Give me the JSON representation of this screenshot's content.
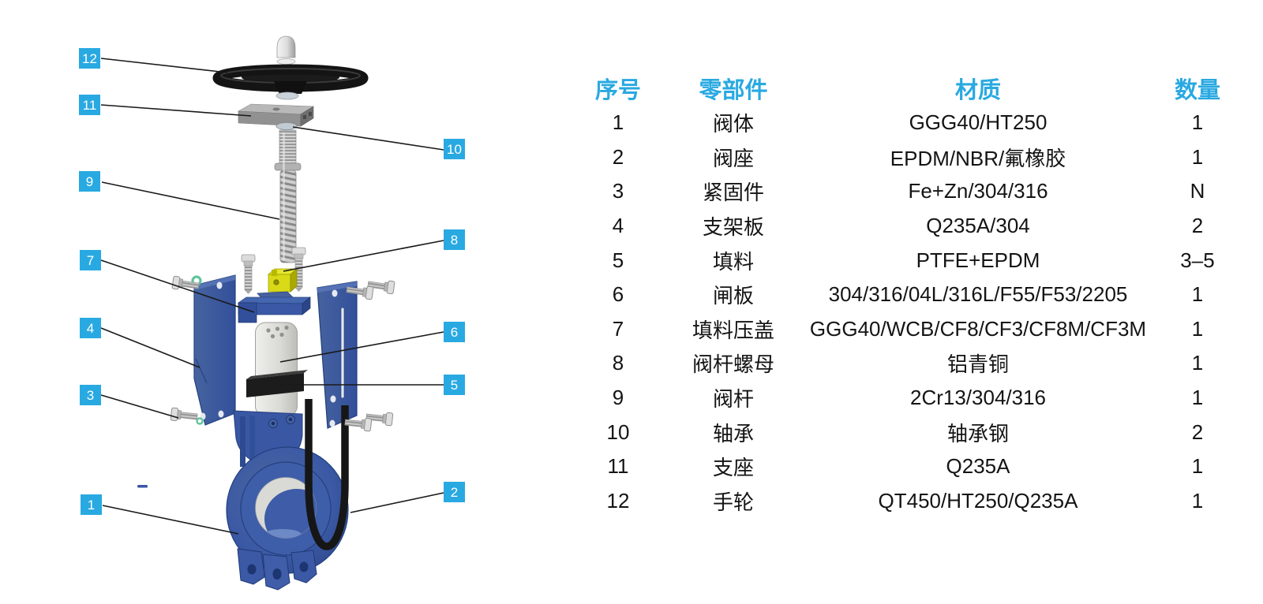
{
  "diagram": {
    "title_semantic": "knife-gate-valve-exploded-view",
    "callouts": [
      {
        "number": "12"
      },
      {
        "number": "11"
      },
      {
        "number": "10"
      },
      {
        "number": "9"
      },
      {
        "number": "8"
      },
      {
        "number": "7"
      },
      {
        "number": "4"
      },
      {
        "number": "6"
      },
      {
        "number": "5"
      },
      {
        "number": "3"
      },
      {
        "number": "2"
      },
      {
        "number": "1"
      }
    ],
    "colors": {
      "callout_bg": "#29a9e1",
      "valve_blue": "#3b59a5",
      "gate_gray": "#d9d9d5",
      "seat_black": "#161616",
      "stem_nut_yellow": "#d9d918",
      "leader_line": "#1a1a1a"
    }
  },
  "table": {
    "headers": [
      "序号",
      "零部件",
      "材质",
      "数量"
    ],
    "rows": [
      {
        "no": "1",
        "part": "阀体",
        "material": "GGG40/HT250",
        "qty": "1"
      },
      {
        "no": "2",
        "part": "阀座",
        "material": "EPDM/NBR/氟橡胶",
        "qty": "1"
      },
      {
        "no": "3",
        "part": "紧固件",
        "material": "Fe+Zn/304/316",
        "qty": "N"
      },
      {
        "no": "4",
        "part": "支架板",
        "material": "Q235A/304",
        "qty": "2"
      },
      {
        "no": "5",
        "part": "填料",
        "material": "PTFE+EPDM",
        "qty": "3–5"
      },
      {
        "no": "6",
        "part": "闸板",
        "material": "304/316/04L/316L/F55/F53/2205",
        "qty": "1"
      },
      {
        "no": "7",
        "part": "填料压盖",
        "material": "GGG40/WCB/CF8/CF3/CF8M/CF3M",
        "qty": "1"
      },
      {
        "no": "8",
        "part": "阀杆螺母",
        "material": "铝青铜",
        "qty": "1"
      },
      {
        "no": "9",
        "part": "阀杆",
        "material": "2Cr13/304/316",
        "qty": "1"
      },
      {
        "no": "10",
        "part": "轴承",
        "material": "轴承钢",
        "qty": "2"
      },
      {
        "no": "11",
        "part": "支座",
        "material": "Q235A",
        "qty": "1"
      },
      {
        "no": "12",
        "part": "手轮",
        "material": "QT450/HT250/Q235A",
        "qty": "1"
      }
    ]
  }
}
